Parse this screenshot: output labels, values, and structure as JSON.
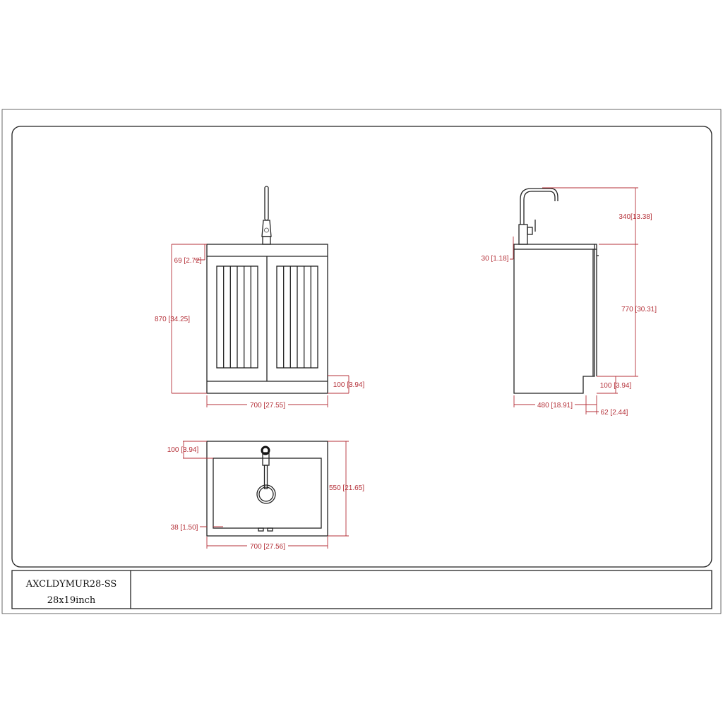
{
  "title_block": {
    "model": "AXCLDYMUR28-SS",
    "size": "28x19inch"
  },
  "front_view": {
    "height": "870 [34.25]",
    "top_thickness": "69 [2.72]",
    "base_height": "100 [3.94]",
    "width": "700 [27.55]"
  },
  "side_view": {
    "faucet_height": "340[13.38]",
    "top_thickness": "30 [1.18]",
    "body_height": "770 [30.31]",
    "base_height": "100 [3.94]",
    "depth": "480 [18.91]",
    "toe_kick": "62 [2.44]"
  },
  "top_view": {
    "back_margin": "100 [3.94]",
    "depth": "550 [21.65]",
    "front_margin": "38 [1.50]",
    "width": "700 [27.56]"
  },
  "colors": {
    "dimension": "#b5323a",
    "line": "#222222"
  }
}
